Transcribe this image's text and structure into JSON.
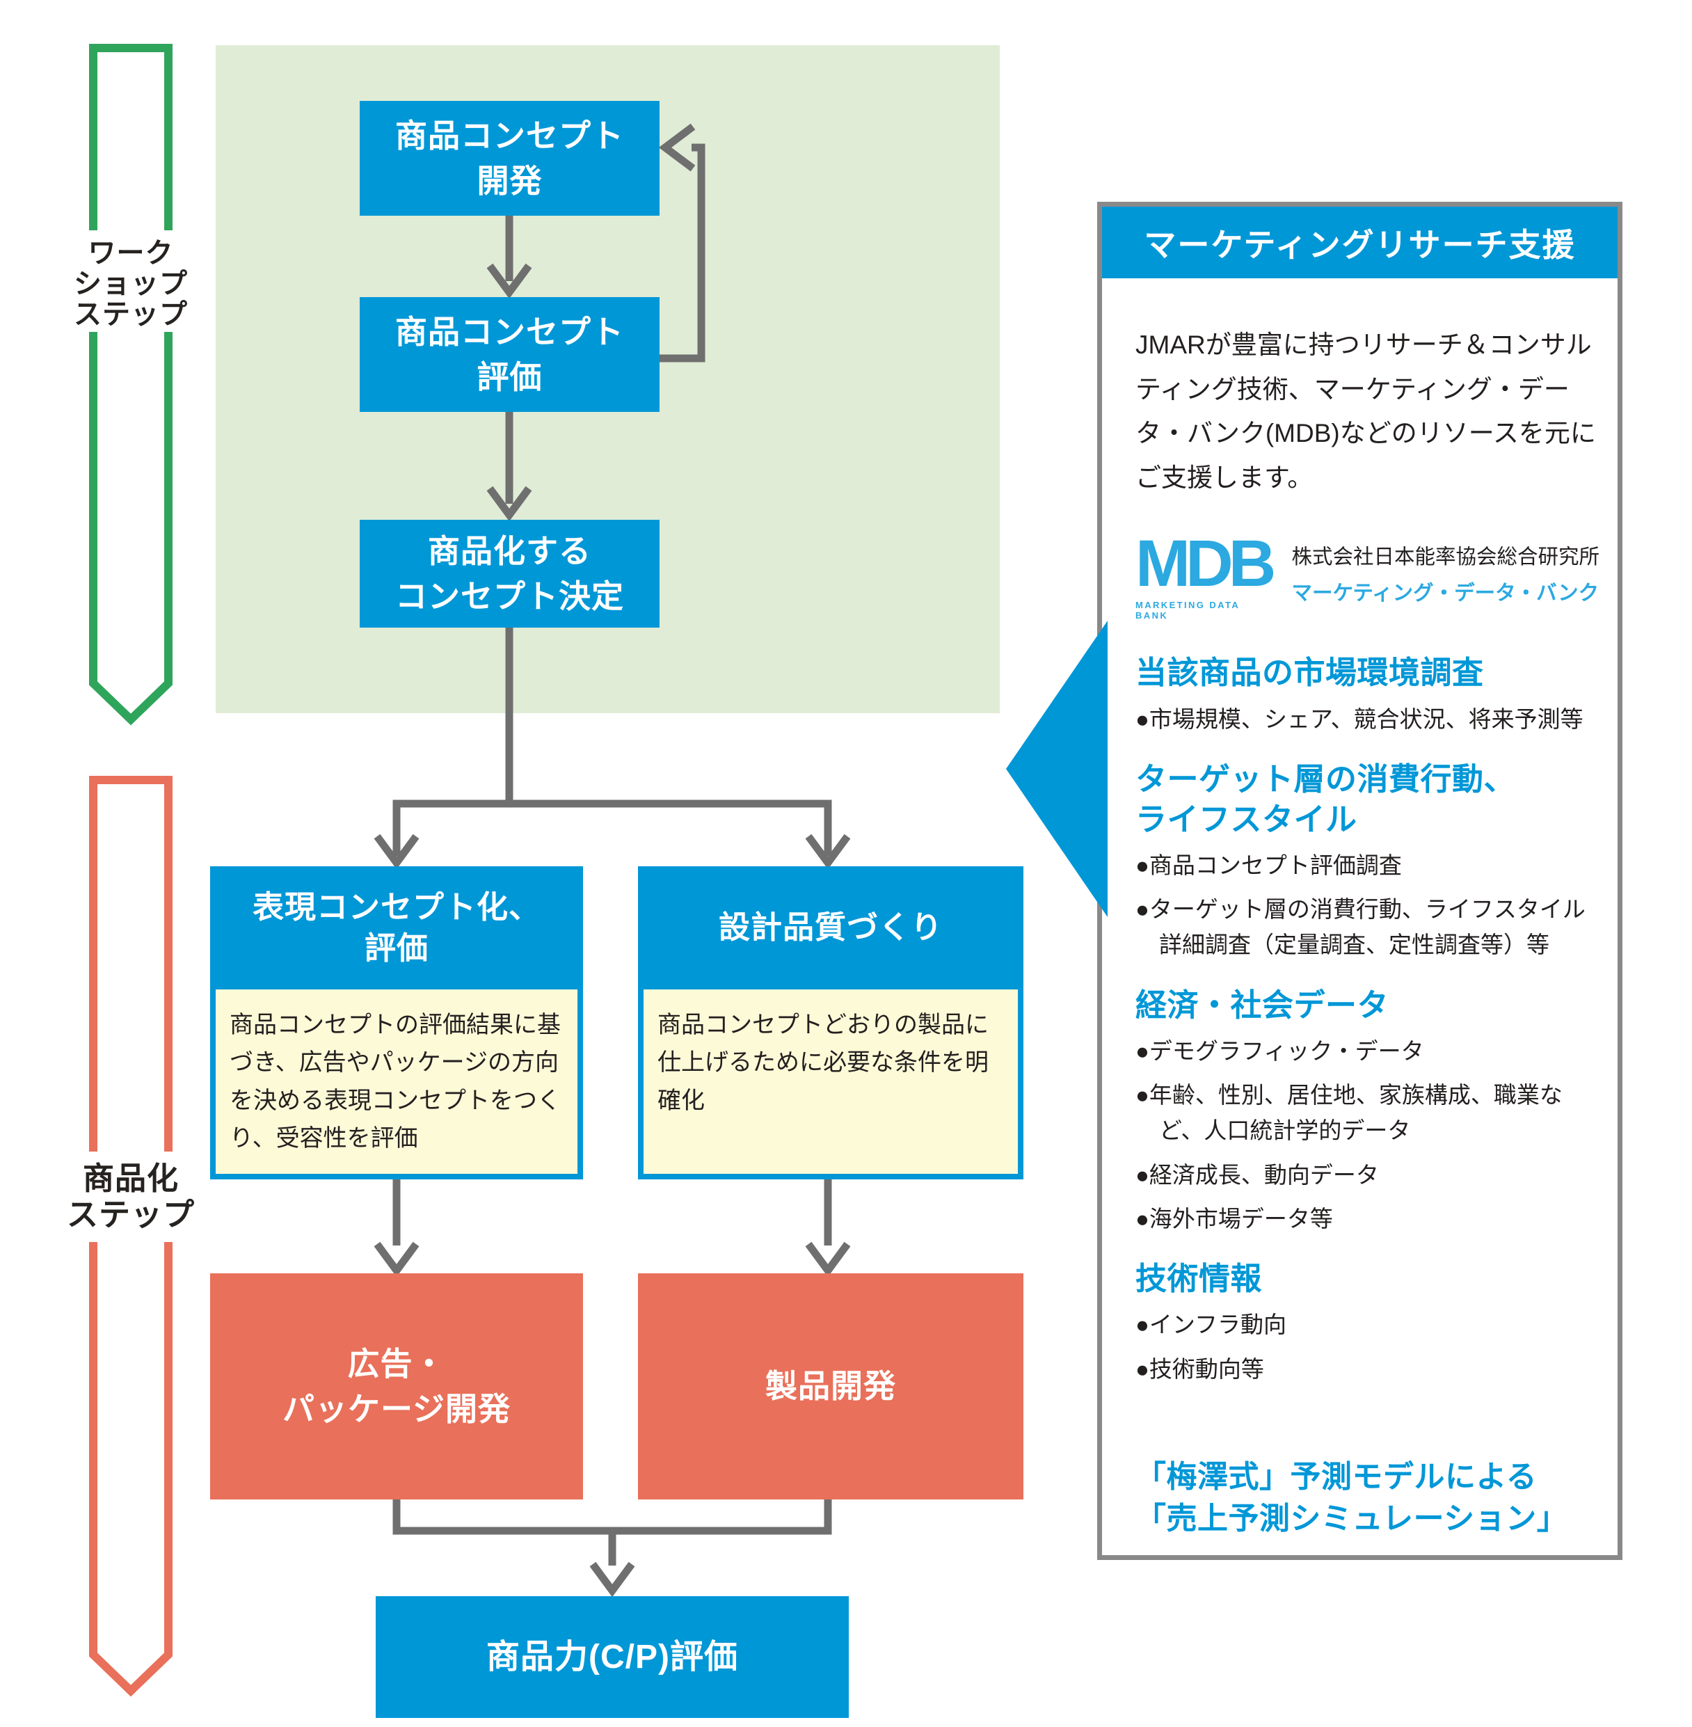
{
  "ribbons": {
    "workshop": {
      "label": "ワーク\nショップ\nステップ",
      "color": "#2fa55c"
    },
    "commercialization": {
      "label": "商品化\nステップ",
      "color": "#e9705a"
    }
  },
  "flow": {
    "box1": "商品コンセプト\n開発",
    "box2": "商品コンセプト\n評価",
    "box3": "商品化する\nコンセプト決定",
    "box4": {
      "title": "表現コンセプト化、\n評価",
      "body": "商品コンセプトの評価結果に基づき、広告やパッケージの方向を決める表現コンセプトをつくり、受容性を評価"
    },
    "box5": {
      "title": "設計品質づくり",
      "body": "商品コンセプトどおりの製品に仕上げるために必要な条件を明確化"
    },
    "red1": "広告・\nパッケージ開発",
    "red2": "製品開発",
    "final": "商品力(C/P)評価"
  },
  "panel": {
    "header": "マーケティングリサーチ支援",
    "intro": "JMARが豊富に持つリサーチ＆コンサルティング技術、マーケティング・データ・バンク(MDB)などのリソースを元にご支援します。",
    "logo": {
      "text": "MDB",
      "subtext": "MARKETING DATA BANK",
      "company": "株式会社日本能率協会総合研究所",
      "brand": "マーケティング・データ・バンク"
    },
    "sections": [
      {
        "title": "当該商品の市場環境調査",
        "bullets": [
          "●市場規模、シェア、競合状況、将来予測等"
        ]
      },
      {
        "title": "ターゲット層の消費行動、\nライフスタイル",
        "bullets": [
          "●商品コンセプト評価調査",
          "●ターゲット層の消費行動、ライフスタイル詳細調査（定量調査、定性調査等）等"
        ]
      },
      {
        "title": "経済・社会データ",
        "bullets": [
          "●デモグラフィック・データ",
          "●年齢、性別、居住地、家族構成、職業など、人口統計学的データ",
          "●経済成長、動向データ",
          "●海外市場データ等"
        ]
      },
      {
        "title": "技術情報",
        "bullets": [
          "●インフラ動向",
          "●技術動向等"
        ]
      }
    ],
    "footer": "「梅澤式」予測モデルによる\n「売上予測シミュレーション」"
  },
  "colors": {
    "accent_blue": "#0097d7",
    "mdb_blue": "#2ba9e0",
    "workshop_green": "#2fa55c",
    "phase_green_bg": "#e0ecd6",
    "step_orange": "#e9705a",
    "note_yellow": "#fdfad8",
    "connector_gray": "#6f6f6f",
    "panel_border_gray": "#898989"
  }
}
